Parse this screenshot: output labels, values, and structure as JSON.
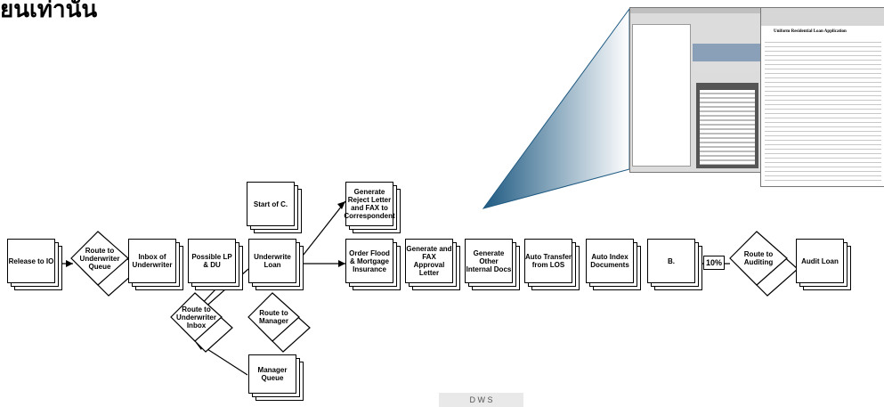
{
  "title": "ยนเท่านั้น",
  "stamp_text": "D W S",
  "nodes": {
    "release_to_io": "Release to IO",
    "route_to_underwriter_queue": "Route to Underwriter Queue",
    "inbox_of_underwriter": "Inbox of Underwriter",
    "possible_lp_du": "Possible LP & DU",
    "start_of_c": "Start of C.",
    "underwrite_loan": "Underwrite Loan",
    "generate_reject_letter": "Generate Reject Letter and FAX to Correspondent",
    "order_flood": "Order Flood & Mortgage Insurance",
    "generate_fax_approval": "Generate and FAX Approval Letter",
    "generate_other_docs": "Generate Other Internal Docs",
    "auto_transfer_los": "Auto Transfer from LOS",
    "auto_index_documents": "Auto Index Documents",
    "b": "B.",
    "ten_percent": "10%",
    "route_to_auditing": "Route to Auditing",
    "audit_loan": "Audit Loan",
    "route_to_underwriter_inbox": "Route to Underwriter Inbox",
    "route_to_manager": "Route to Manager",
    "manager_queue": "Manager Queue"
  },
  "colors": {
    "callout_dark": "#1f5a82",
    "callout_light": "#ffffff",
    "line": "#000000"
  },
  "screenshot": {
    "form_title": "Uniform Residential Loan Application"
  }
}
